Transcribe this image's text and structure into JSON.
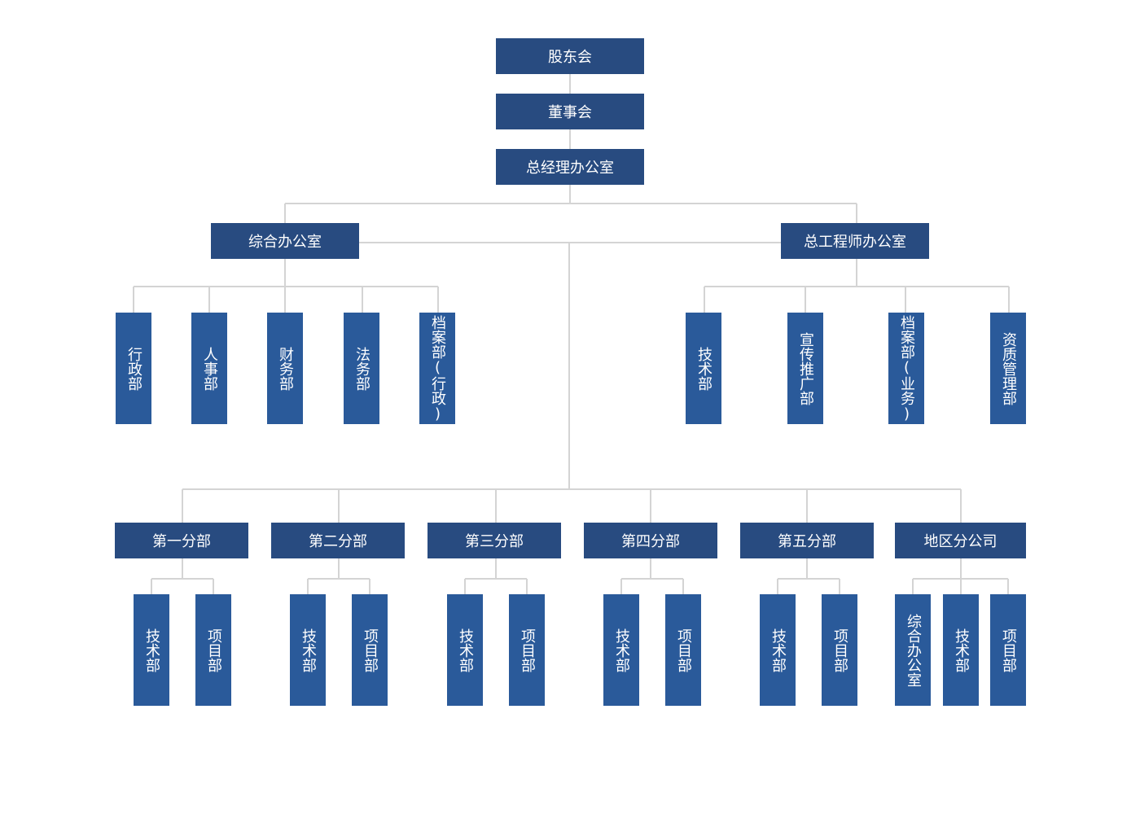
{
  "top": [
    {
      "id": "shareholders",
      "label": "股东会"
    },
    {
      "id": "board",
      "label": "董事会"
    },
    {
      "id": "gm",
      "label": "总经理办公室"
    }
  ],
  "second": [
    {
      "id": "general-office",
      "label": "综合办公室"
    },
    {
      "id": "chief-engineer-office",
      "label": "总工程师办公室"
    }
  ],
  "general_office_departments": [
    "行政部",
    "人事部",
    "财务部",
    "法务部",
    "档案部(行政)"
  ],
  "chief_engineer_departments": [
    "技术部",
    "宣传推广部",
    "档案部(业务)",
    "资质管理部"
  ],
  "branches": [
    {
      "label": "第一分部",
      "children": [
        "技术部",
        "项目部"
      ]
    },
    {
      "label": "第二分部",
      "children": [
        "技术部",
        "项目部"
      ]
    },
    {
      "label": "第三分部",
      "children": [
        "技术部",
        "项目部"
      ]
    },
    {
      "label": "第四分部",
      "children": [
        "技术部",
        "项目部"
      ]
    },
    {
      "label": "第五分部",
      "children": [
        "技术部",
        "项目部"
      ]
    },
    {
      "label": "地区分公司",
      "children": [
        "综合办公室",
        "技术部",
        "项目部"
      ]
    }
  ],
  "colors": {
    "node_dark": "#284b80",
    "node_light": "#2a5a9a",
    "connector": "#d4d4d4",
    "text": "#ffffff"
  }
}
